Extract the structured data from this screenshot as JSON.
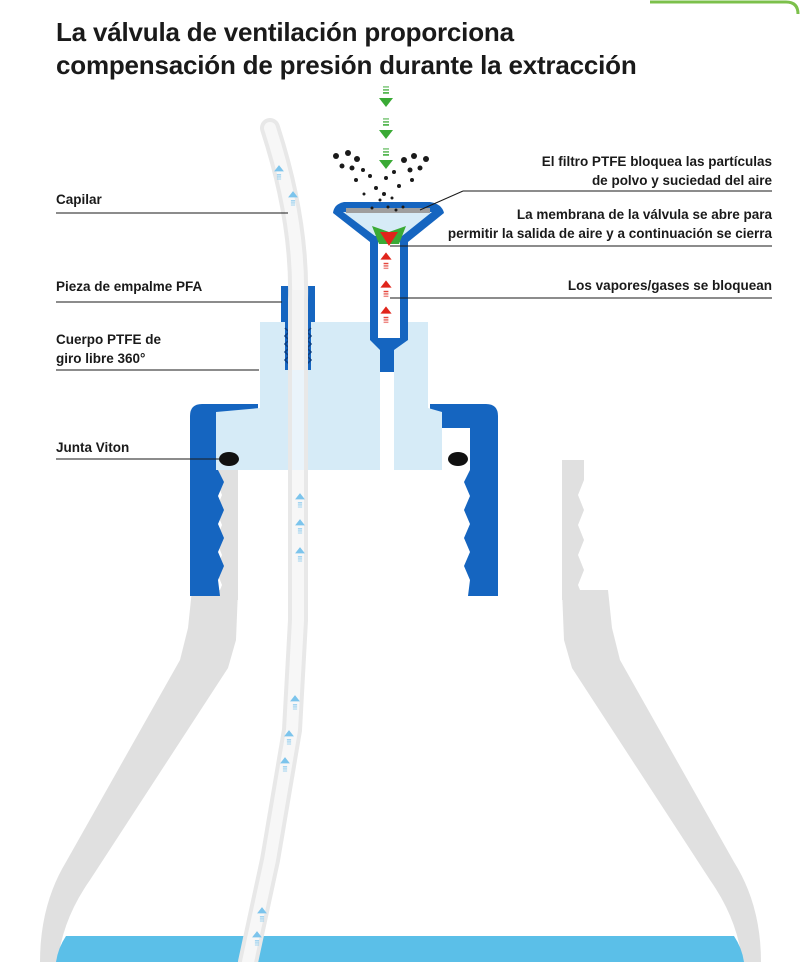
{
  "title": {
    "line1": "La válvula de ventilación proporciona",
    "line2": "compensación de presión durante la extracción"
  },
  "labels": {
    "capilar": "Capilar",
    "pieza_empalme": "Pieza de empalme PFA",
    "cuerpo_line1": "Cuerpo PTFE de",
    "cuerpo_line2": "giro libre 360°",
    "junta": "Junta Viton",
    "filtro_line1": "El filtro PTFE bloquea las partículas",
    "filtro_line2": "de polvo y suciedad del aire",
    "membrana_line1": "La membrana de la válvula se abre para",
    "membrana_line2": "permitir la salida de aire y a continuación se cierra",
    "vapores": "Los vapores/gases se bloquean"
  },
  "colors": {
    "cap_blue": "#1565c0",
    "body_light_blue": "#d6ebf7",
    "liquid": "#5bbfe8",
    "bottle_grey": "#e0e0e0",
    "air_green": "#3aaa35",
    "vapor_red": "#e0251b",
    "capillary_arrow": "#7cc4ec",
    "frame_green": "#7cc04b"
  },
  "icons": {
    "green_arrow": "arrow-down-icon",
    "red_arrow": "arrow-up-icon",
    "blue_arrow": "arrow-up-icon",
    "dust": "dust-particle-icon"
  }
}
